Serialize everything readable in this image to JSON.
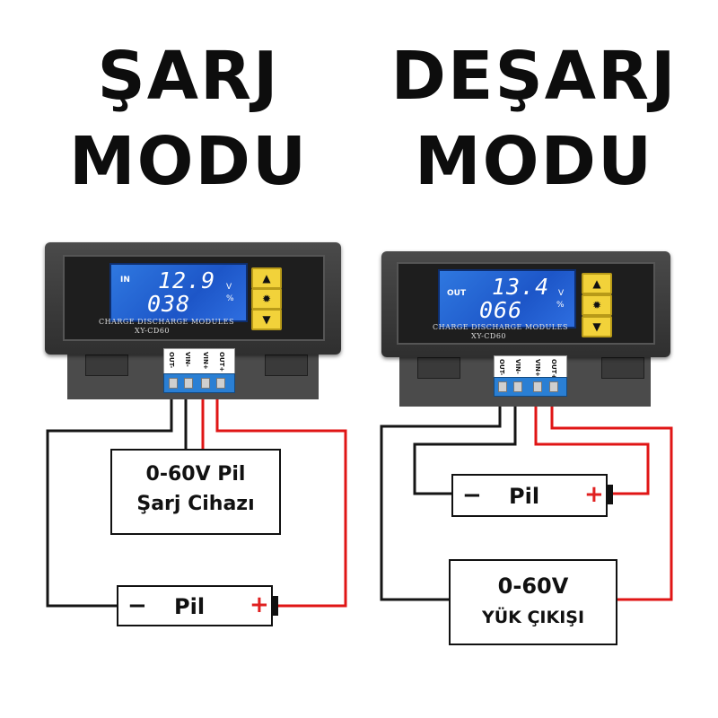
{
  "left": {
    "title_line1": "ŞARJ",
    "title_line2": "MODU",
    "display": {
      "tag": "IN",
      "voltage": "12.9",
      "voltage_unit": "V",
      "percent": "038",
      "percent_unit": "%",
      "label": "CHARGE DISCHARGE MODULES",
      "model": "XY-CD60"
    },
    "pins": [
      "OUT-",
      "VIN-",
      "VIN+",
      "OUT+"
    ],
    "charger_line1": "0-60V Pil",
    "charger_line2": "Şarj Cihazı",
    "battery": {
      "minus": "−",
      "label": "Pil",
      "plus": "+"
    }
  },
  "right": {
    "title_line1": "DEŞARJ",
    "title_line2": "MODU",
    "display": {
      "tag": "OUT",
      "voltage": "13.4",
      "voltage_unit": "V",
      "percent": "066",
      "percent_unit": "%",
      "label": "CHARGE DISCHARGE MODULES",
      "model": "XY-CD60"
    },
    "pins": [
      "OUT-",
      "VIN-",
      "VIN+",
      "OUT+"
    ],
    "battery": {
      "minus": "−",
      "label": "Pil",
      "plus": "+"
    },
    "load_line1": "0-60V",
    "load_line2": "YÜK ÇIKIŞI"
  },
  "buttons": [
    "up-arrow-icon",
    "gear-icon",
    "down-arrow-icon"
  ],
  "colors": {
    "wire_black": "#151515",
    "wire_red": "#e01515",
    "lcd": "#1d56c8",
    "button": "#f2d23a"
  }
}
